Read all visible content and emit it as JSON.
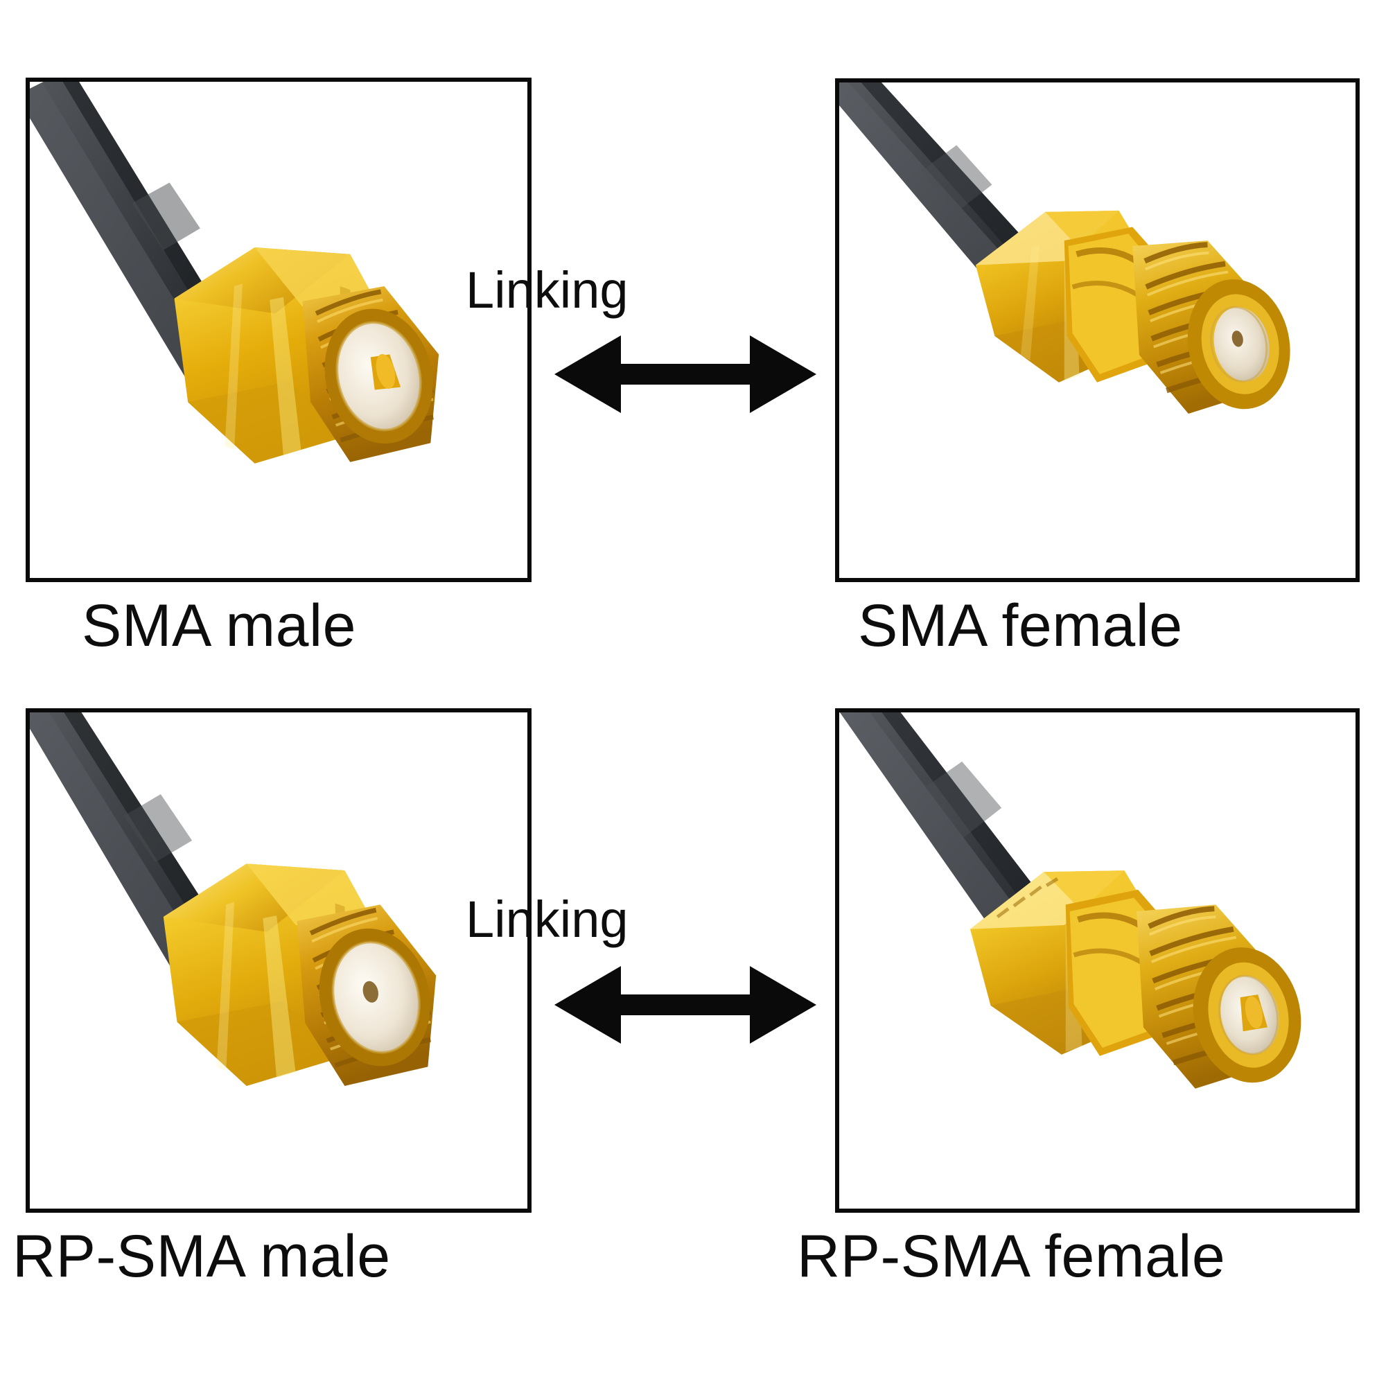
{
  "diagram": {
    "title": "SMA and RP-SMA connector mating chart",
    "background_color": "#ffffff",
    "border_color": "#0a0a0a",
    "text_color": "#0d0d0d",
    "gold_color": "#e8b10b",
    "cable_color": "#3c3f44",
    "dielectric_color": "#efe7da"
  },
  "panels": [
    {
      "id": "sma-male",
      "label": "SMA male",
      "position": "top-left",
      "connector_type": "SMA male",
      "features": "hex nut body, externally threaded barrel, center pin, black coaxial cable"
    },
    {
      "id": "sma-female",
      "label": "SMA female",
      "position": "top-right",
      "connector_type": "SMA female",
      "features": "bulkhead hex nut with washer, threaded barrel, center socket, black coaxial cable"
    },
    {
      "id": "rp-sma-male",
      "label": "RP-SMA male",
      "position": "bottom-left",
      "connector_type": "RP-SMA male",
      "features": "hex nut body, threaded barrel, center socket (reverse polarity), black coaxial cable"
    },
    {
      "id": "rp-sma-female",
      "label": "RP-SMA female",
      "position": "bottom-right",
      "connector_type": "RP-SMA female",
      "features": "bulkhead hex nut with washer, threaded barrel, center pin (reverse polarity), black coaxial cable"
    }
  ],
  "links": [
    {
      "id": "link-top",
      "label": "Linking",
      "from": "SMA male",
      "to": "SMA female",
      "arrow": "double-headed"
    },
    {
      "id": "link-bottom",
      "label": "Linking",
      "from": "RP-SMA male",
      "to": "RP-SMA female",
      "arrow": "double-headed"
    }
  ]
}
